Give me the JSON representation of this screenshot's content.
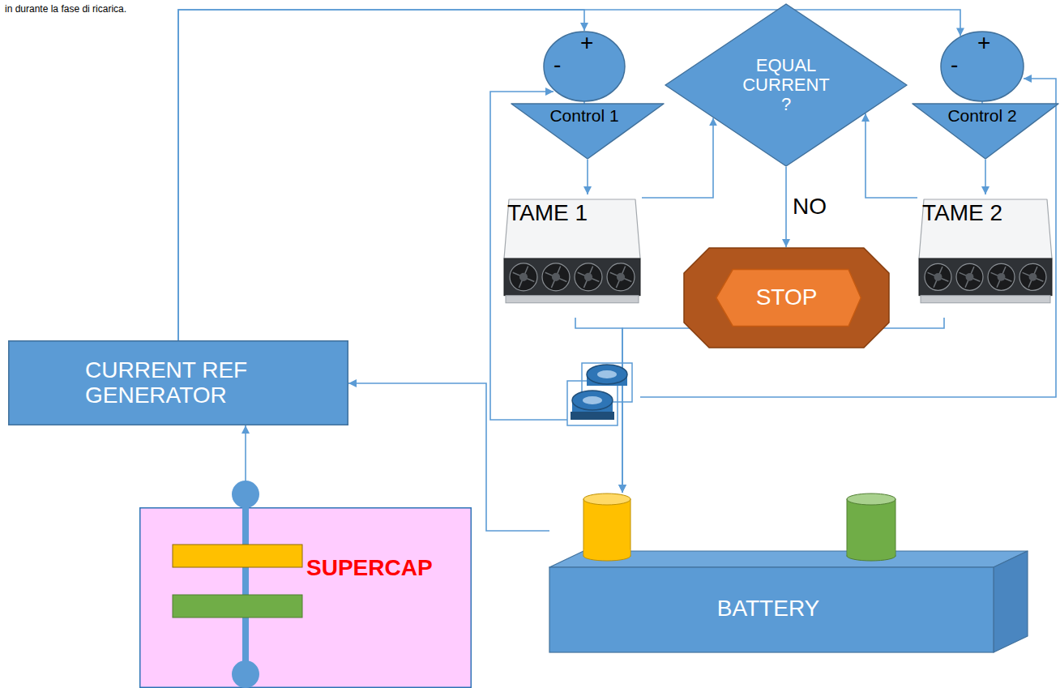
{
  "diagram": {
    "nodes": [
      {
        "text": [
          "+",
          "-"
        ]
      },
      {
        "text": [
          "EQUAL CURRENT ?"
        ]
      },
      {
        "text": [
          "+",
          "-"
        ]
      },
      {
        "text": [
          "Control 1"
        ]
      },
      {
        "text": [
          "Control 2"
        ]
      },
      {
        "text": [
          "TAME 1"
        ]
      },
      {
        "text": [
          "TAME 2"
        ]
      },
      {
        "text": [
          "STOP"
        ]
      },
      {
        "text": [
          "CURRENT REF GENERATOR"
        ]
      },
      {
        "text": [
          "SUPERCAP"
        ]
      },
      {
        "text": [
          "BATTERY"
        ]
      }
    ],
    "edges": [
      {
        "from": 8,
        "to": 0,
        "arrow": "to"
      },
      {
        "from": 8,
        "to": 2,
        "arrow": "to"
      },
      {
        "from": 0,
        "to": 3,
        "arrow": "none"
      },
      {
        "from": 3,
        "to": 5,
        "arrow": "to"
      },
      {
        "from": 2,
        "to": 4,
        "arrow": "none"
      },
      {
        "from": 4,
        "to": 6,
        "arrow": "to"
      },
      {
        "from": 5,
        "to": 1,
        "arrow": "to"
      },
      {
        "from": 6,
        "to": 1,
        "arrow": "to"
      },
      {
        "from": 1,
        "to": 7,
        "label": "NO",
        "arrow": "to"
      },
      {
        "from": 5,
        "to": 10,
        "arrow": "to"
      },
      {
        "from": 6,
        "to": 10,
        "arrow": "to"
      },
      {
        "from": 9,
        "to": 8,
        "arrow": "to"
      },
      {
        "from": 10,
        "to": 8,
        "arrow": "to"
      }
    ],
    "labels": [
      "in durante la fase di ricarica."
    ]
  }
}
